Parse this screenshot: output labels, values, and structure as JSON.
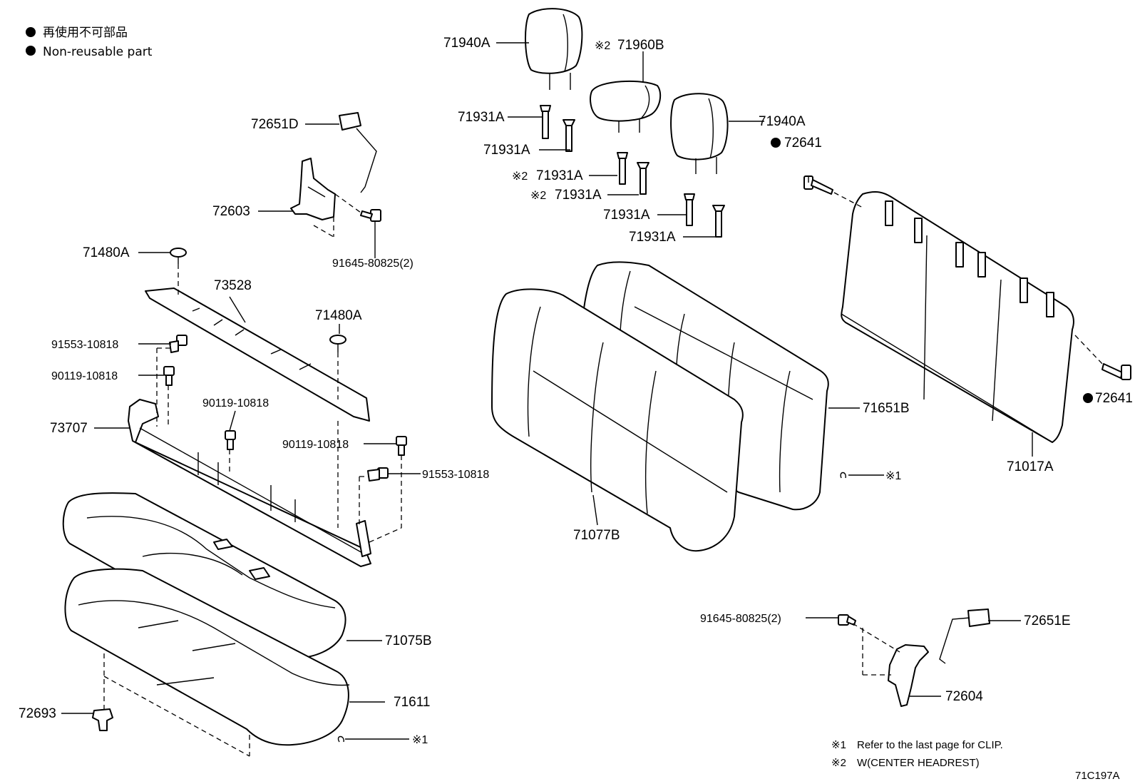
{
  "legend": {
    "jp": "再使用不可部品",
    "en": "Non-reusable part"
  },
  "labels": {
    "p71940A_left": "71940A",
    "p71960B": "71960B",
    "p71960B_mark": "※2",
    "p71940A_right": "71940A",
    "p72641_top": "72641",
    "p72641_right": "72641",
    "p71931A_1": "71931A",
    "p71931A_2": "71931A",
    "p71931A_3": "71931A",
    "p71931A_3_mark": "※2",
    "p71931A_4": "71931A",
    "p71931A_4_mark": "※2",
    "p71931A_5": "71931A",
    "p71931A_6": "71931A",
    "p72651D": "72651D",
    "p72603": "72603",
    "p91645_top": "91645-80825(2)",
    "p71480A_left": "71480A",
    "p73528": "73528",
    "p71480A_mid": "71480A",
    "p91553_left": "91553-10818",
    "p90119_left": "90119-10818",
    "p90119_mid": "90119-10818",
    "p73707": "73707",
    "p90119_right": "90119-10818",
    "p91553_right": "91553-10818",
    "p71651B": "71651B",
    "p71017A": "71017A",
    "p71077B": "71077B",
    "clip_mark_right": "※1",
    "p71075B": "71075B",
    "p71611": "71611",
    "p72693": "72693",
    "clip_mark_bottom": "※1",
    "p91645_bottom": "91645-80825(2)",
    "p72651E": "72651E",
    "p72604": "72604"
  },
  "notes": {
    "note1_mark": "※1",
    "note1_text": "Refer to the last page for CLIP.",
    "note2_mark": "※2",
    "note2_text": "W(CENTER  HEADREST)"
  },
  "figure_id": "71C197A"
}
